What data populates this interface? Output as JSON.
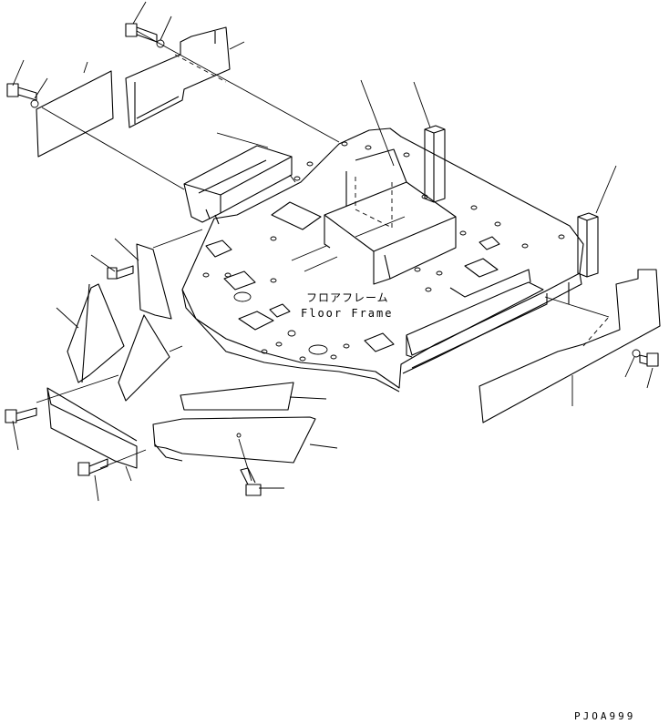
{
  "diagram": {
    "label_jp": "フロアフレーム",
    "label_en": "Floor Frame",
    "drawing_code": "PJOA999"
  },
  "colors": {
    "line": "#000000",
    "background": "#ffffff"
  }
}
